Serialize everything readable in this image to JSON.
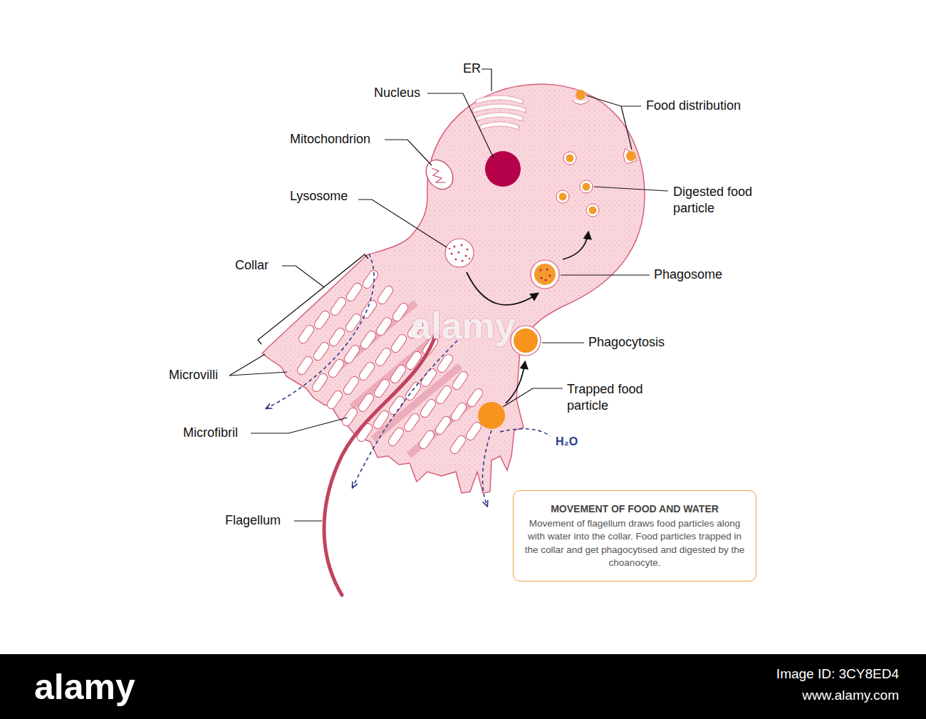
{
  "diagram": {
    "nodes": [
      {
        "text": [
          "MOVEMENT OF FOOD AND WATER",
          "Movement of flagellum draws food particles along with water into the collar. Food particles trapped in the collar and get phagocytised and digested by the choanocyte."
        ]
      }
    ],
    "labels": [
      "ER",
      "Nucleus",
      "Food distribution",
      "Mitochondrion",
      "Digested food particle",
      "Lysosome",
      "Collar",
      "Phagosome",
      "Phagocytosis",
      "alamy",
      "Microvilli",
      "Trapped food particle",
      "Microfibril",
      "H₂O",
      "Flagellum",
      "alamy",
      "Image ID: 3CY8ED4",
      "www.alamy.com"
    ]
  }
}
